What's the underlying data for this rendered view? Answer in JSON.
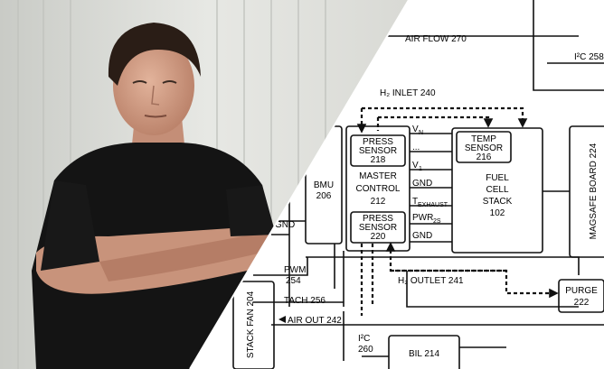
{
  "diagram": {
    "labels": {
      "air_flow": "AIR FLOW 270",
      "i2c_top": "I²C 258",
      "h2_inlet": "H₂ INLET 240",
      "press_sensor_top": [
        "PRESS",
        "SENSOR",
        "218"
      ],
      "vn": "V",
      "vn_sub": "N",
      "dots": "...",
      "v1": "V",
      "v1_sub": "1",
      "temp_sensor": [
        "TEMP",
        "SENSOR",
        "216"
      ],
      "bmu": [
        "BMU",
        "206"
      ],
      "master_control": [
        "MASTER",
        "CONTROL",
        "212"
      ],
      "gnd_a": "GND",
      "t_exhaust": "T",
      "t_exhaust_sub": "EXHAUST",
      "fuel_cell": [
        "FUEL",
        "CELL",
        "STACK",
        "102"
      ],
      "magsafe": "MAGSAFE BOARD 224",
      "press_sensor_bottom": [
        "PRESS",
        "SENSOR",
        "220"
      ],
      "pwr": "PWR",
      "pwr_sub": "2S",
      "gnd_b": "GND",
      "gnd_left": "GND",
      "h2_outlet": "H₂ OUTLET 241",
      "pwm": [
        "PWM",
        "254"
      ],
      "purge": [
        "PURGE",
        "222"
      ],
      "tach": "TACH 256",
      "stack_fan": "STACK FAN 204",
      "air_out": "AIR OUT 242",
      "i2c_bottom": [
        "I²C",
        "260"
      ],
      "bil": "BIL 214"
    }
  },
  "colors": {
    "line": "#111111",
    "backdrop": "#d9dbd6",
    "shirt": "#141414",
    "skin": "#d3a08a",
    "hair": "#2a1d16"
  }
}
